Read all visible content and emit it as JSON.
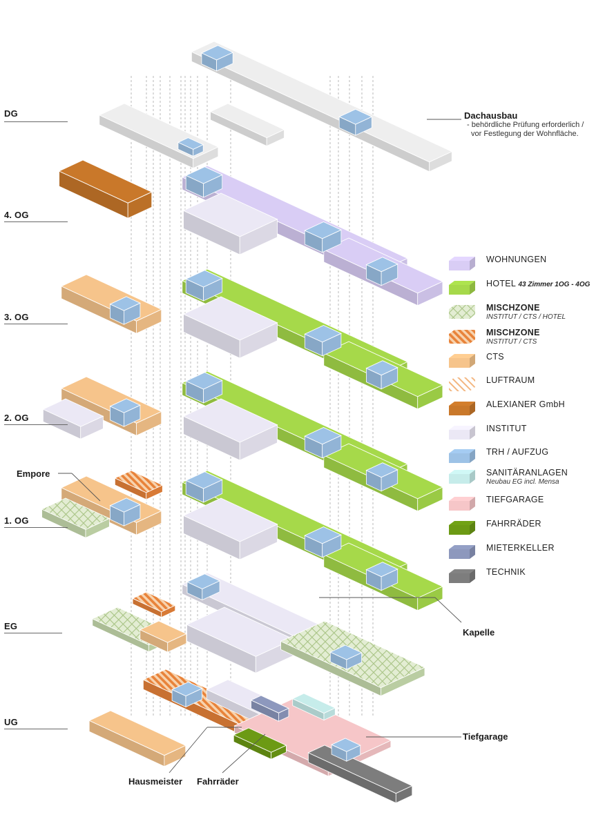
{
  "floors": [
    {
      "label": "DG"
    },
    {
      "label": "4. OG"
    },
    {
      "label": "3. OG"
    },
    {
      "label": "2. OG"
    },
    {
      "label": "1. OG"
    },
    {
      "label": "EG"
    },
    {
      "label": "UG"
    }
  ],
  "callouts": {
    "dachausbau_title": "Dachausbau",
    "dachausbau_line1": "- behördliche Prüfung erforderlich /",
    "dachausbau_line2": "vor Festlegung der Wohnfläche.",
    "empore": "Empore",
    "kapelle": "Kapelle",
    "tiefgarage": "Tiefgarage",
    "hausmeister": "Hausmeister",
    "fahrraeder": "Fahrräder"
  },
  "legend": [
    {
      "label": "WOHNUNGEN",
      "color": "#d9cdf5",
      "pattern": "solid"
    },
    {
      "label": "HOTEL",
      "note_inline": "43 Zimmer 1OG - 4OG",
      "color": "#a6d94a",
      "pattern": "solid"
    },
    {
      "label": "MISCHZONE",
      "note": "INSTITUT / CTS / HOTEL",
      "color": "#c8dcae",
      "pattern": "cross",
      "bold": true
    },
    {
      "label": "MISCHZONE",
      "note": "INSTITUT / CTS",
      "color": "#e8833a",
      "pattern": "stripe",
      "bold": true
    },
    {
      "label": "CTS",
      "color": "#f6c48b",
      "pattern": "solid"
    },
    {
      "label": "LUFTRAUM",
      "color": "#f3b680",
      "pattern": "light-stripe"
    },
    {
      "label": "ALEXIANER GmbH",
      "color": "#c9782a",
      "pattern": "solid"
    },
    {
      "label": "INSTITUT",
      "color": "#ebe8f5",
      "pattern": "solid"
    },
    {
      "label": "TRH / AUFZUG",
      "color": "#9dc2e6",
      "pattern": "solid"
    },
    {
      "label": "SANITÄRANLAGEN",
      "note": "Neubau EG incl. Mensa",
      "color": "#c6ecea",
      "pattern": "solid"
    },
    {
      "label": "TIEFGARAGE",
      "color": "#f6c6c8",
      "pattern": "solid"
    },
    {
      "label": "FAHRRÄDER",
      "color": "#6c9a14",
      "pattern": "solid"
    },
    {
      "label": "MIETERKELLER",
      "color": "#8d98bd",
      "pattern": "solid"
    },
    {
      "label": "TECHNIK",
      "color": "#7d7d7d",
      "pattern": "solid"
    }
  ],
  "colors": {
    "wohnungen": "#d9cdf5",
    "hotel": "#a6d94a",
    "cts": "#f6c48b",
    "alexianer": "#c9782a",
    "institut": "#ebe8f5",
    "trh": "#9dc2e6",
    "roof": "#eeeeee",
    "tiefgarage": "#f6c6c8",
    "fahrraeder": "#6c9a14",
    "mieterkeller": "#8d98bd",
    "technik": "#7d7d7d",
    "sanitaer": "#c6ecea",
    "mischzone_cross": "#c8dcae",
    "mischzone_stripe": "#e8833a"
  }
}
